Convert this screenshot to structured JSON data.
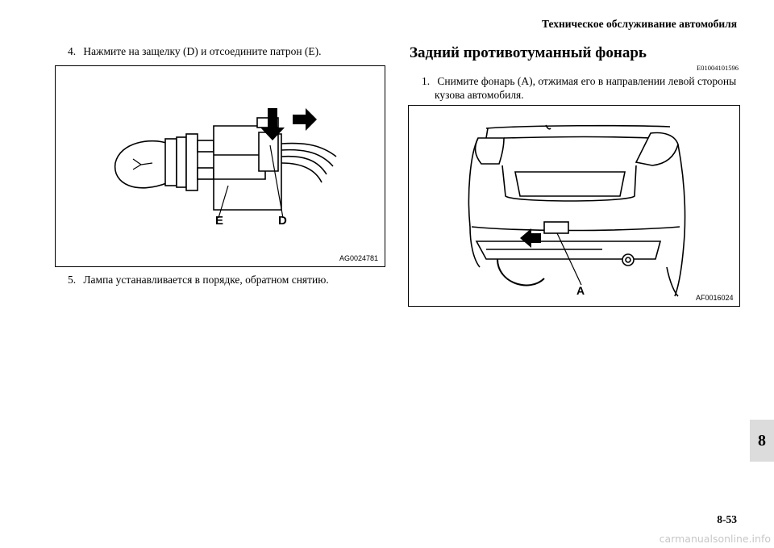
{
  "header": {
    "title": "Техническое обслуживание автомобиля"
  },
  "left": {
    "step4": {
      "num": "4.",
      "text": "Нажмите на защелку (D) и отсоедините патрон (E)."
    },
    "figure": {
      "label_e": "E",
      "label_d": "D",
      "code": "AG0024781"
    },
    "step5": {
      "num": "5.",
      "text": "Лампа устанавливается в порядке, обратном снятию."
    }
  },
  "right": {
    "section_title": "Задний противотуманный фонарь",
    "section_code": "E01004101596",
    "step1": {
      "num": "1.",
      "line1": "Снимите фонарь (A), отжимая его в направлении левой стороны",
      "line2": "кузова автомобиля."
    },
    "figure": {
      "label_a": "A",
      "code": "AF0016024"
    }
  },
  "chapter_tab": "8",
  "page_number": "8-53",
  "watermark": "carmanualsonline.info"
}
